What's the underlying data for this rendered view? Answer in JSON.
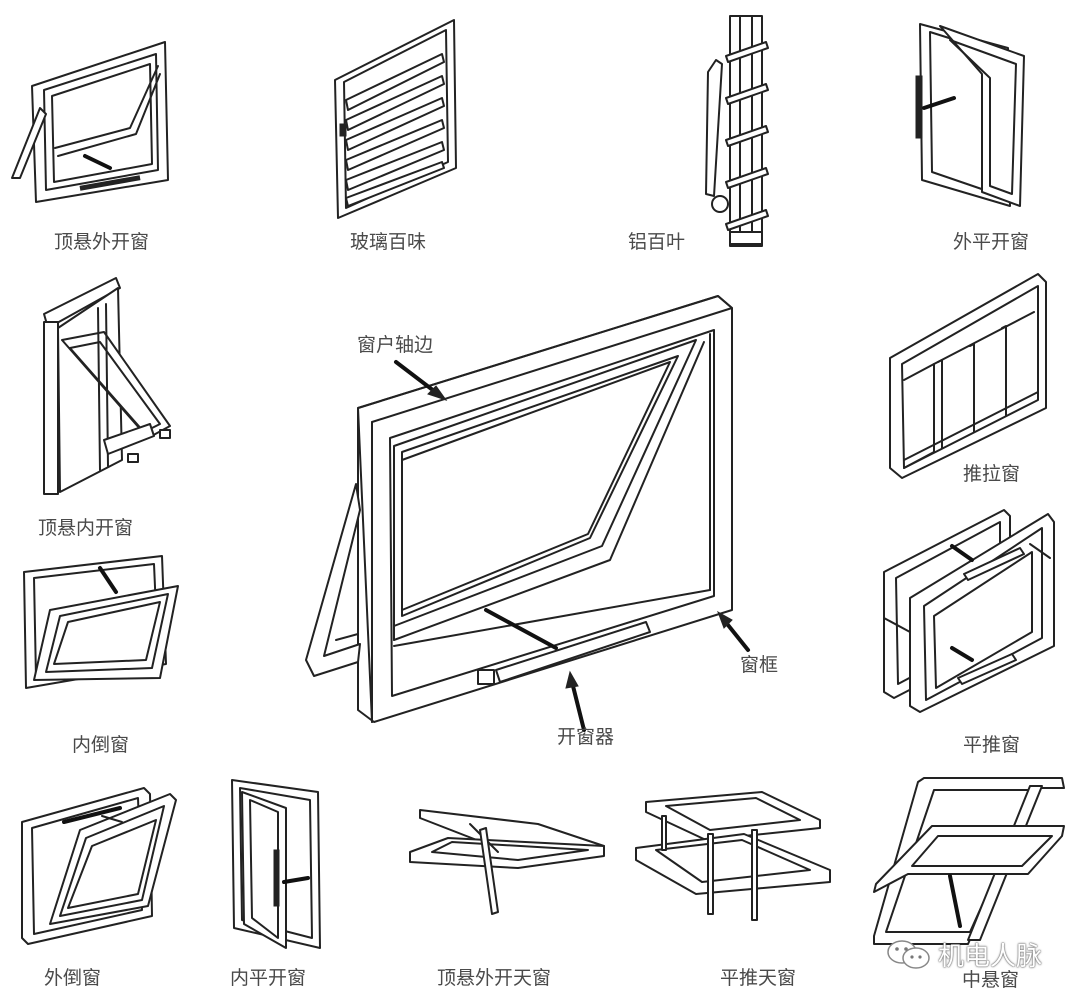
{
  "title": "窗户类型图示",
  "windows": [
    {
      "id": "top-hung-outward",
      "label": "顶悬外开窗"
    },
    {
      "id": "glass-louver",
      "label": "玻璃百味"
    },
    {
      "id": "aluminum-louver",
      "label": "铝百叶"
    },
    {
      "id": "outward-casement",
      "label": "外平开窗"
    },
    {
      "id": "top-hung-inward",
      "label": "顶悬内开窗"
    },
    {
      "id": "sliding",
      "label": "推拉窗"
    },
    {
      "id": "hopper-inward",
      "label": "内倒窗"
    },
    {
      "id": "parallel-push",
      "label": "平推窗"
    },
    {
      "id": "outward-tilt",
      "label": "外倒窗"
    },
    {
      "id": "inward-casement",
      "label": "内平开窗"
    },
    {
      "id": "top-hung-skylight",
      "label": "顶悬外开天窗"
    },
    {
      "id": "parallel-push-skylight",
      "label": "平推天窗"
    },
    {
      "id": "center-pivot",
      "label": "中悬窗"
    }
  ],
  "main_diagram": {
    "callouts": {
      "hinge_edge": "窗户轴边",
      "frame": "窗框",
      "opener": "开窗器"
    }
  },
  "watermark": {
    "icon": "wechat-icon",
    "text": "机电人脉"
  },
  "colors": {
    "background": "#ffffff",
    "line": "#222222",
    "label": "#4a4a4a"
  }
}
